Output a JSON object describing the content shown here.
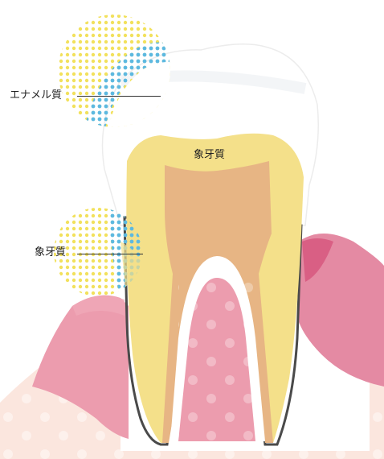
{
  "labels": {
    "enamel_zoom": "エナメル質",
    "dentin_main": "象牙質",
    "dentin_zoom": "象牙質"
  },
  "colors": {
    "gum_light": "#fbe6de",
    "gum_pink": "#ec9cae",
    "gum_deep": "#d95f84",
    "dentin": "#f4e08a",
    "pulp": "#e7b584",
    "enamel": "#ffffff",
    "dot_yellow": "#f2e15c",
    "dot_blue": "#6cc4e4"
  }
}
